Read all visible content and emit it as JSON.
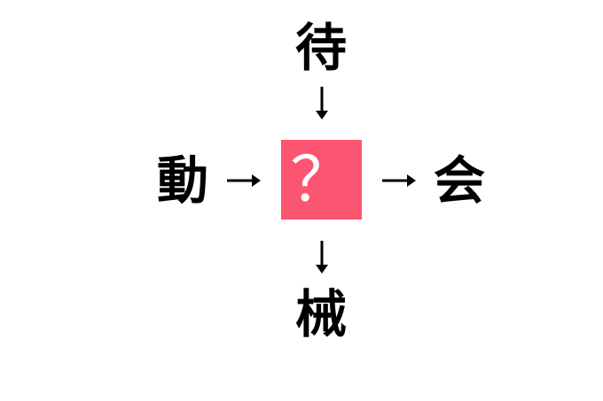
{
  "puzzle": {
    "top_char": "待",
    "left_char": "動",
    "right_char": "会",
    "bottom_char": "械",
    "center_placeholder": "？",
    "arrows": {
      "top_to_center": "down-arrow-icon",
      "left_to_center": "right-arrow-icon",
      "center_to_right": "right-arrow-icon",
      "center_to_bottom": "down-arrow-icon"
    },
    "colors": {
      "box": "#fc5572",
      "question_mark": "#ffffff",
      "text": "#000000",
      "background": "#ffffff"
    }
  }
}
